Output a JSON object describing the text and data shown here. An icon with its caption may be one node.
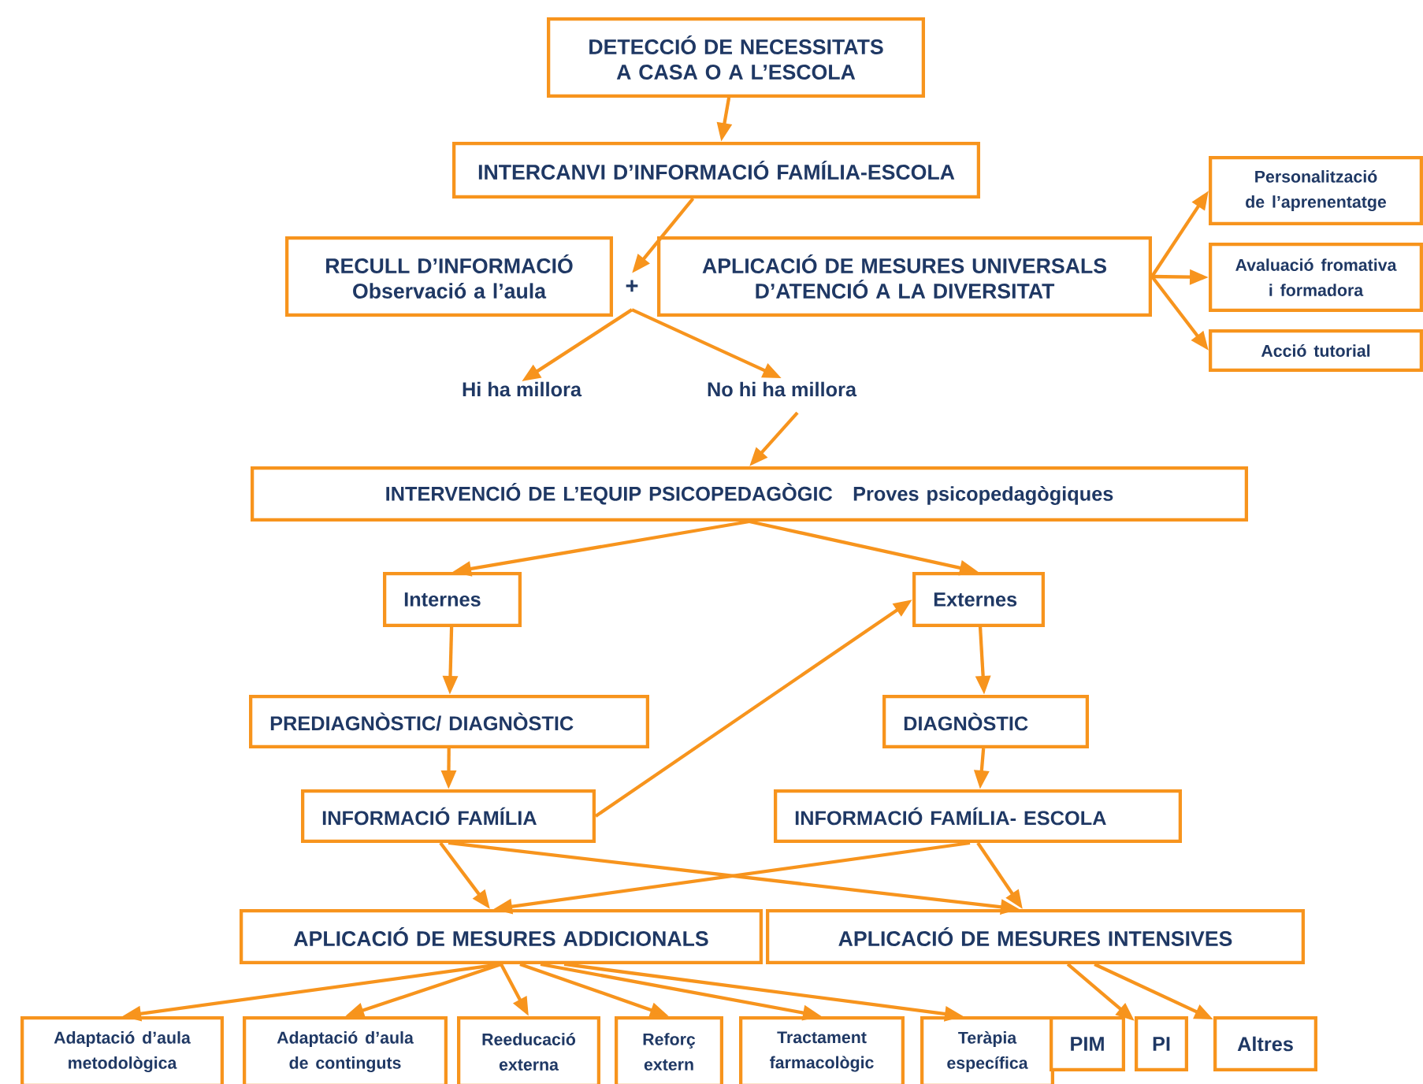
{
  "diagram": {
    "nodes": [
      {
        "text": [
          "DETECCIÓ DE NECESSITATS A CASA O A L’ESCOLA"
        ]
      },
      {
        "text": [
          "INTERCANVI D’INFORMACIÓ FAMÍLIA-ESCOLA"
        ]
      },
      {
        "text": [
          "RECULL D’INFORMACIÓ",
          "Observació a l’aula"
        ]
      },
      {
        "text": [
          "+"
        ]
      },
      {
        "text": [
          "APLICACIÓ DE MESURES UNIVERSALS D’ATENCIÓ A LA DIVERSITAT"
        ]
      },
      {
        "text": [
          "Personalització de l’aprenentatge"
        ]
      },
      {
        "text": [
          "Avaluació fromativa i formadora"
        ]
      },
      {
        "text": [
          "Acció tutorial"
        ]
      },
      {
        "text": [
          "Hi ha millora"
        ]
      },
      {
        "text": [
          "No hi ha millora"
        ]
      },
      {
        "text": [
          "INTERVENCIÓ DE L’EQUIP PSICOPEDAGÒGIC",
          "Proves psicopedagògiques"
        ]
      },
      {
        "text": [
          "Internes"
        ]
      },
      {
        "text": [
          "Externes"
        ]
      },
      {
        "text": [
          "PREDIAGNÒSTIC/ DIAGNÒSTIC"
        ]
      },
      {
        "text": [
          "DIAGNÒSTIC"
        ]
      },
      {
        "text": [
          "INFORMACIÓ FAMÍLIA"
        ]
      },
      {
        "text": [
          "INFORMACIÓ FAMÍLIA- ESCOLA"
        ]
      },
      {
        "text": [
          "APLICACIÓ DE MESURES ADDICIONALS"
        ]
      },
      {
        "text": [
          "APLICACIÓ DE MESURES INTENSIVES"
        ]
      },
      {
        "text": [
          "Adaptació d’aula metodològica"
        ]
      },
      {
        "text": [
          "Adaptació d’aula de continguts"
        ]
      },
      {
        "text": [
          "Reeducació externa"
        ]
      },
      {
        "text": [
          "Reforç extern"
        ]
      },
      {
        "text": [
          "Tractament farmacològic"
        ]
      },
      {
        "text": [
          "Teràpia específica"
        ]
      },
      {
        "text": [
          "PIM"
        ]
      },
      {
        "text": [
          "PI"
        ]
      },
      {
        "text": [
          "Altres"
        ]
      }
    ],
    "edges": [
      {
        "from": 0,
        "to": 1,
        "arrow": "to"
      },
      {
        "from": 1,
        "to": 3,
        "arrow": "to"
      },
      {
        "from": 4,
        "to": 5,
        "arrow": "to"
      },
      {
        "from": 4,
        "to": 6,
        "arrow": "to"
      },
      {
        "from": 4,
        "to": 7,
        "arrow": "to"
      },
      {
        "from": 3,
        "to": 8,
        "arrow": "to"
      },
      {
        "from": 3,
        "to": 9,
        "arrow": "to"
      },
      {
        "from": 9,
        "to": 10,
        "arrow": "to"
      },
      {
        "from": 10,
        "to": 11,
        "arrow": "to"
      },
      {
        "from": 10,
        "to": 12,
        "arrow": "to"
      },
      {
        "from": 11,
        "to": 13,
        "arrow": "to"
      },
      {
        "from": 12,
        "to": 14,
        "arrow": "to"
      },
      {
        "from": 13,
        "to": 15,
        "arrow": "to"
      },
      {
        "from": 15,
        "to": 12,
        "arrow": "to"
      },
      {
        "from": 14,
        "to": 16,
        "arrow": "to"
      },
      {
        "from": 15,
        "to": 17,
        "arrow": "to"
      },
      {
        "from": 15,
        "to": 18,
        "arrow": "to"
      },
      {
        "from": 16,
        "to": 17,
        "arrow": "to"
      },
      {
        "from": 16,
        "to": 18,
        "arrow": "to"
      },
      {
        "from": 17,
        "to": 19,
        "arrow": "to"
      },
      {
        "from": 17,
        "to": 20,
        "arrow": "to"
      },
      {
        "from": 17,
        "to": 21,
        "arrow": "to"
      },
      {
        "from": 17,
        "to": 22,
        "arrow": "to"
      },
      {
        "from": 17,
        "to": 23,
        "arrow": "to"
      },
      {
        "from": 17,
        "to": 24,
        "arrow": "to"
      },
      {
        "from": 18,
        "to": 26,
        "arrow": "to"
      },
      {
        "from": 18,
        "to": 27,
        "arrow": "to"
      }
    ]
  }
}
